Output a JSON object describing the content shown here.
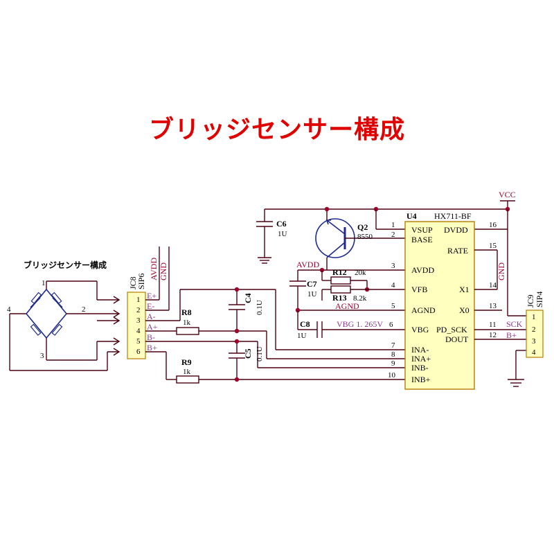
{
  "title": "ブリッジセンサー構成",
  "bridge": {
    "label": "ブリッジセンサー構成",
    "pins": [
      "1",
      "2",
      "3",
      "4"
    ]
  },
  "jc8": {
    "ref": "JC8",
    "type": "SIP6",
    "pins": [
      "1",
      "2",
      "3",
      "4",
      "5",
      "6"
    ],
    "nets": [
      "E+",
      "E-",
      "A-",
      "A+",
      "B-",
      "B+"
    ],
    "top_nets": [
      "AVDD",
      "GND"
    ]
  },
  "resistors": [
    {
      "ref": "R8",
      "value": "1k"
    },
    {
      "ref": "R9",
      "value": "1k"
    },
    {
      "ref": "R12",
      "value": "20k"
    },
    {
      "ref": "R13",
      "value": "8.2k"
    }
  ],
  "capacitors": [
    {
      "ref": "C4",
      "value": "0.1U"
    },
    {
      "ref": "C5",
      "value": "0.1U"
    },
    {
      "ref": "C6",
      "value": "1U"
    },
    {
      "ref": "C7",
      "value": "1U"
    },
    {
      "ref": "C8",
      "value": "1U"
    }
  ],
  "transistor": {
    "ref": "Q2",
    "part": "8550"
  },
  "ic": {
    "ref": "U4",
    "part": "HX711-BF",
    "left_pins": [
      {
        "num": "1",
        "name": "VSUP"
      },
      {
        "num": "2",
        "name": "BASE"
      },
      {
        "num": "3",
        "name": "AVDD"
      },
      {
        "num": "4",
        "name": "VFB"
      },
      {
        "num": "5",
        "name": "AGND"
      },
      {
        "num": "6",
        "name": "VBG"
      },
      {
        "num": "7",
        "name": "INA-"
      },
      {
        "num": "8",
        "name": "INA+"
      },
      {
        "num": "9",
        "name": "INB-"
      },
      {
        "num": "10",
        "name": "INB+"
      }
    ],
    "right_pins": [
      {
        "num": "16",
        "name": "DVDD"
      },
      {
        "num": "15",
        "name": "RATE"
      },
      {
        "num": "14",
        "name": "X1"
      },
      {
        "num": "13",
        "name": "X0"
      },
      {
        "num": "11",
        "name": "PD_SCK"
      },
      {
        "num": "12",
        "name": "DOUT"
      }
    ]
  },
  "nets": {
    "vcc": "VCC",
    "avdd": "AVDD",
    "agnd": "AGND",
    "gnd": "GND",
    "vbg": "VBG 1. 265V",
    "sck": "SCK",
    "bplus": "B+"
  },
  "jc9": {
    "ref": "JC9",
    "type": "SIP4",
    "pins": [
      "1",
      "2",
      "3",
      "4"
    ]
  },
  "colors": {
    "title": "#e00000",
    "wire": "#4a0010",
    "bridge": "#1e2a8c",
    "junction": "#a0002a",
    "connector_fill": "#ffffc0",
    "connector_stroke": "#b87a00",
    "net_label": "#8a3a8a"
  }
}
